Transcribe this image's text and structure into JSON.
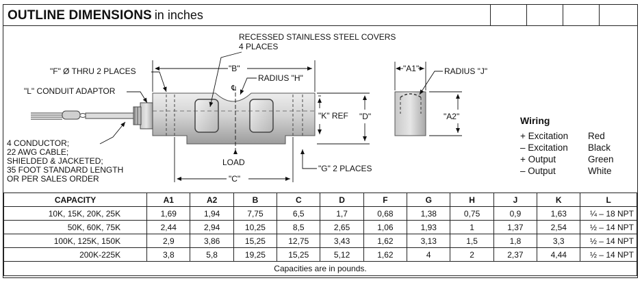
{
  "title": {
    "bold": "OUTLINE DIMENSIONS",
    "light": "in inches"
  },
  "drawing": {
    "labels": {
      "covers_line1": "RECESSED STAINLESS STEEL COVERS",
      "covers_line2": "4 PLACES",
      "f_places": "\"F\" Ø THRU 2 PLACES",
      "b": "\"B\"",
      "radius_h": "RADIUS \"H\"",
      "l_conduit": "\"L\" CONDUIT ADAPTOR",
      "centerline": "℄",
      "k_ref": "\"K\" REF",
      "d": "\"D\"",
      "load": "LOAD",
      "g_places": "\"G\" 2 PLACES",
      "c": "\"C\"",
      "conductor_1": "4 CONDUCTOR;",
      "conductor_2": "22 AWG CABLE;",
      "conductor_3": "SHIELDED & JACKETED;",
      "conductor_4": "35 FOOT STANDARD LENGTH",
      "conductor_5": "OR PER SALES ORDER",
      "a1": "\"A1\"",
      "radius_j": "RADIUS \"J\"",
      "a2": "\"A2\""
    }
  },
  "wiring": {
    "title": "Wiring",
    "rows": [
      {
        "signal": "+ Excitation",
        "color": "Red"
      },
      {
        "signal": "– Excitation",
        "color": "Black"
      },
      {
        "signal": "+ Output",
        "color": "Green"
      },
      {
        "signal": "– Output",
        "color": "White"
      }
    ]
  },
  "table": {
    "headers": [
      "CAPACITY",
      "A1",
      "A2",
      "B",
      "C",
      "D",
      "F",
      "G",
      "H",
      "J",
      "K",
      "L"
    ],
    "rows": [
      [
        "10K, 15K, 20K, 25K",
        "1,69",
        "1,94",
        "7,75",
        "6,5",
        "1,7",
        "0,68",
        "1,38",
        "0,75",
        "0,9",
        "1,63",
        "¼ – 18 NPT"
      ],
      [
        "50K, 60K, 75K",
        "2,44",
        "2,94",
        "10,25",
        "8,5",
        "2,65",
        "1,06",
        "1,93",
        "1",
        "1,37",
        "2,54",
        "½ – 14 NPT"
      ],
      [
        "100K, 125K, 150K",
        "2,9",
        "3,86",
        "15,25",
        "12,75",
        "3,43",
        "1,62",
        "3,13",
        "1,5",
        "1,8",
        "3,3",
        "½ – 14 NPT"
      ],
      [
        "200K-225K",
        "3,8",
        "5,8",
        "19,25",
        "15,25",
        "5,12",
        "1,62",
        "4",
        "2",
        "2,37",
        "4,44",
        "½ – 14 NPT"
      ]
    ],
    "note": "Capacities are in pounds."
  }
}
